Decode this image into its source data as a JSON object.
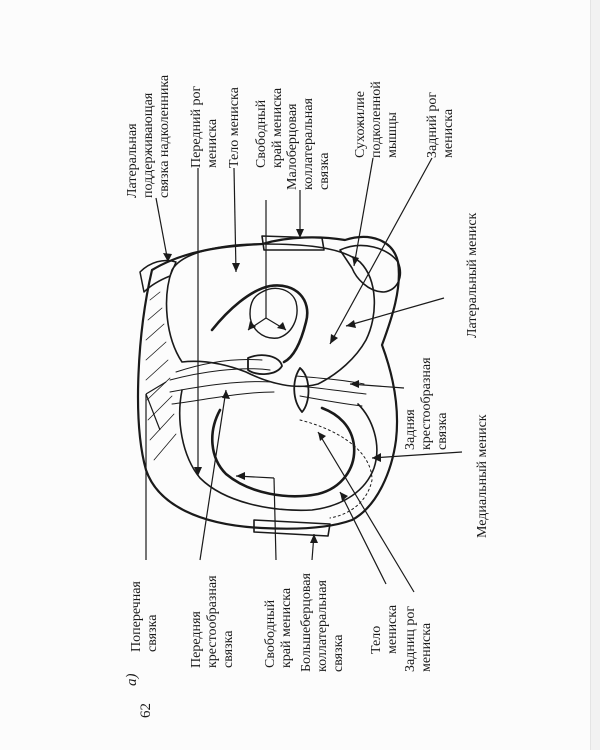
{
  "page_number": "62",
  "figure_letter": "а)",
  "labels": {
    "lateral_retinaculum": [
      "Латеральная",
      "поддерживающая",
      "связка надколенника"
    ],
    "anterior_horn": [
      "Передний рог",
      "мениска"
    ],
    "body_lateral": [
      "Тело мениска"
    ],
    "free_edge_lateral": [
      "Свободный",
      "край мениска"
    ],
    "fibular_collateral": [
      "Малоберцовая",
      "коллатеральная",
      "связка"
    ],
    "popliteus_tendon": [
      "Сухожилие",
      "подколенной",
      "мышцы"
    ],
    "posterior_horn_lateral": [
      "Задний рог",
      "мениска"
    ],
    "lateral_meniscus": [
      "Латеральный мениск"
    ],
    "posterior_cruciate": [
      "Задняя",
      "крестообразная",
      "связка"
    ],
    "medial_meniscus": [
      "Медиальный мениск"
    ],
    "transverse_ligament": [
      "Поперечная",
      "связка"
    ],
    "anterior_cruciate": [
      "Передняя",
      "крестообразная",
      "связка"
    ],
    "free_edge_medial": [
      "Свободный",
      "край мениска"
    ],
    "tibial_collateral": [
      "Большеберцовая",
      "коллатеральная",
      "связка"
    ],
    "body_medial": [
      "Тело",
      "мениска"
    ],
    "posterior_horn_medial": [
      "Задниц рог",
      "мениска"
    ]
  },
  "colors": {
    "ink": "#1a1a1a",
    "paper": "#fcfcfc"
  }
}
